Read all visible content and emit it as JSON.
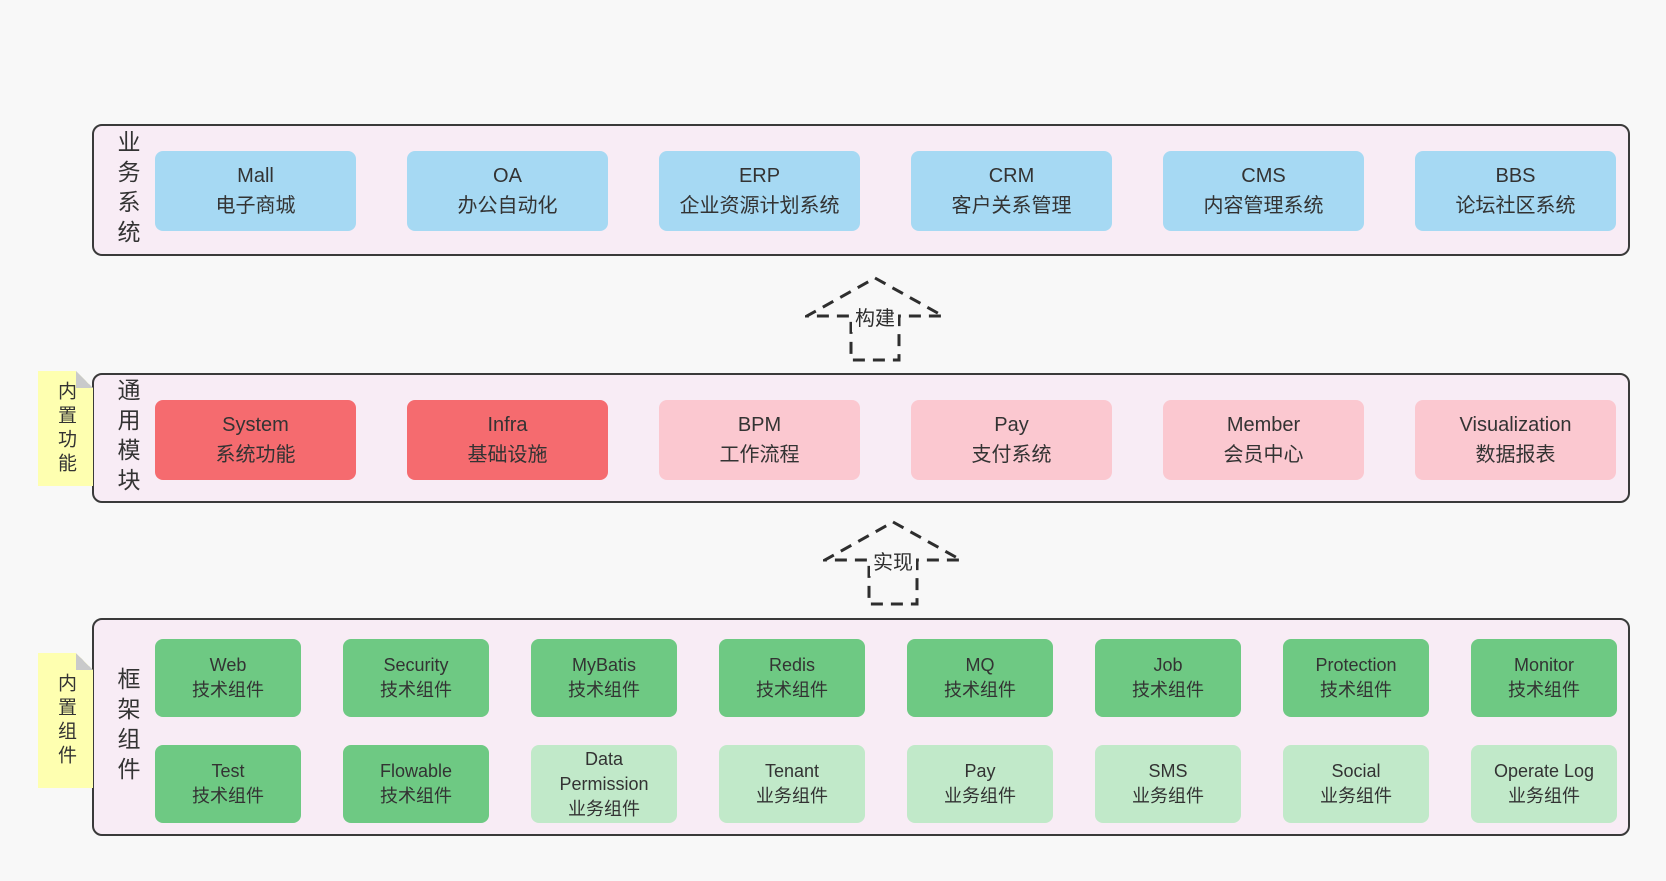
{
  "colors": {
    "page_bg": "#f8f8f8",
    "container_bg": "#f8ecf5",
    "container_border": "#3a3a3a",
    "blue": "#a6d9f3",
    "red": "#f56b6f",
    "pink": "#fbc8d0",
    "green_dark": "#6ec983",
    "green_light": "#c1e9c9",
    "sticky_yellow": "#feffb0",
    "sticky_fold": "#c9cacb",
    "text": "#333333"
  },
  "arrows": [
    {
      "label": "构建"
    },
    {
      "label": "实现"
    }
  ],
  "stickies": [
    {
      "label": "内置功能"
    },
    {
      "label": "内置组件"
    }
  ],
  "layers": [
    {
      "label": "业务系统",
      "boxes": [
        {
          "title": "Mall",
          "subtitle": "电子商城"
        },
        {
          "title": "OA",
          "subtitle": "办公自动化"
        },
        {
          "title": "ERP",
          "subtitle": "企业资源计划系统"
        },
        {
          "title": "CRM",
          "subtitle": "客户关系管理"
        },
        {
          "title": "CMS",
          "subtitle": "内容管理系统"
        },
        {
          "title": "BBS",
          "subtitle": "论坛社区系统"
        }
      ]
    },
    {
      "label": "通用模块",
      "boxes": [
        {
          "title": "System",
          "subtitle": "系统功能"
        },
        {
          "title": "Infra",
          "subtitle": "基础设施"
        },
        {
          "title": "BPM",
          "subtitle": "工作流程"
        },
        {
          "title": "Pay",
          "subtitle": "支付系统"
        },
        {
          "title": "Member",
          "subtitle": "会员中心"
        },
        {
          "title": "Visualization",
          "subtitle": "数据报表"
        }
      ]
    },
    {
      "label": "框架组件",
      "rows": [
        [
          {
            "title": "Web",
            "subtitle": "技术组件"
          },
          {
            "title": "Security",
            "subtitle": "技术组件"
          },
          {
            "title": "MyBatis",
            "subtitle": "技术组件"
          },
          {
            "title": "Redis",
            "subtitle": "技术组件"
          },
          {
            "title": "MQ",
            "subtitle": "技术组件"
          },
          {
            "title": "Job",
            "subtitle": "技术组件"
          },
          {
            "title": "Protection",
            "subtitle": "技术组件"
          },
          {
            "title": "Monitor",
            "subtitle": "技术组件"
          }
        ],
        [
          {
            "title": "Test",
            "subtitle": "技术组件"
          },
          {
            "title": "Flowable",
            "subtitle": "技术组件"
          },
          {
            "title": "Data Permission",
            "subtitle": "业务组件"
          },
          {
            "title": "Tenant",
            "subtitle": "业务组件"
          },
          {
            "title": "Pay",
            "subtitle": "业务组件"
          },
          {
            "title": "SMS",
            "subtitle": "业务组件"
          },
          {
            "title": "Social",
            "subtitle": "业务组件"
          },
          {
            "title": "Operate Log",
            "subtitle": "业务组件"
          }
        ]
      ]
    }
  ]
}
